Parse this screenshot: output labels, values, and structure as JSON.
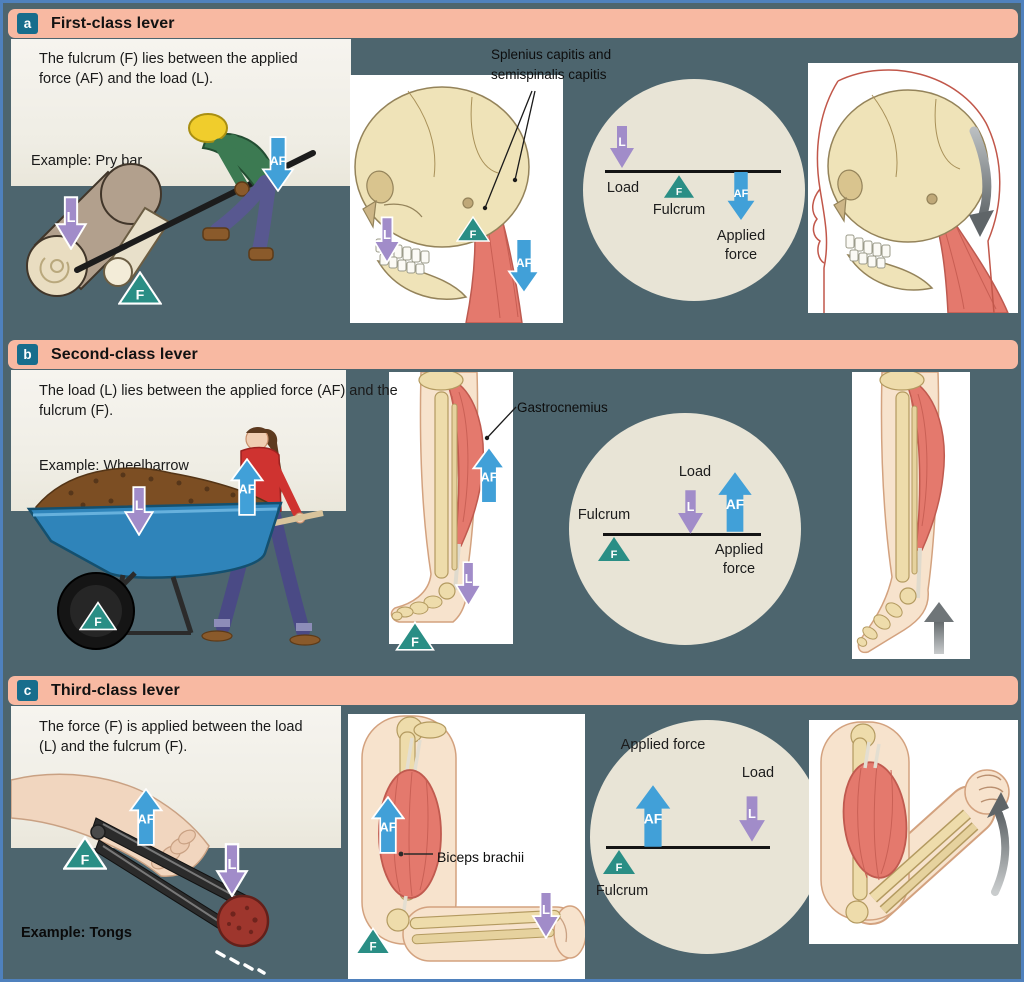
{
  "markers": {
    "load": "L",
    "applied_force": "AF",
    "fulcrum": "F"
  },
  "sections": [
    {
      "letter": "a",
      "title": "First-class lever",
      "description": "The fulcrum (F) lies between the applied force (AF) and the load (L).",
      "example": "Example: Pry bar",
      "anatomy_label": "Splenius capitis and semispinalis capitis",
      "diagram": {
        "load_label": "Load",
        "fulcrum_label": "Fulcrum",
        "applied_force_label": "Applied force"
      }
    },
    {
      "letter": "b",
      "title": "Second-class lever",
      "description": "The load (L) lies between the applied force (AF) and the fulcrum (F).",
      "example": "Example: Wheelbarrow",
      "anatomy_label": "Gastrocnemius",
      "diagram": {
        "load_label": "Load",
        "fulcrum_label": "Fulcrum",
        "applied_force_label": "Applied force"
      }
    },
    {
      "letter": "c",
      "title": "Third-class lever",
      "description": "The force (F) is applied between the load (L) and the fulcrum (F).",
      "example": "Example: Tongs",
      "anatomy_label": "Biceps brachii",
      "diagram": {
        "load_label": "Load",
        "fulcrum_label": "Fulcrum",
        "applied_force_label": "Applied force"
      }
    }
  ],
  "colors": {
    "header_salmon": "#f8b9a2",
    "letter_box_teal": "#186d8c",
    "panel_light": "#f1efe8",
    "background_slate": "#4d656e",
    "border_blue": "#4f81bd",
    "circle_beige": "#e8e4d6",
    "arrow_blue": "#41a0d8",
    "arrow_purple": "#a18cc9",
    "triangle_teal": "#2a8e85",
    "muscle_red": "#e4796d",
    "bone_tan": "#eedcab"
  }
}
